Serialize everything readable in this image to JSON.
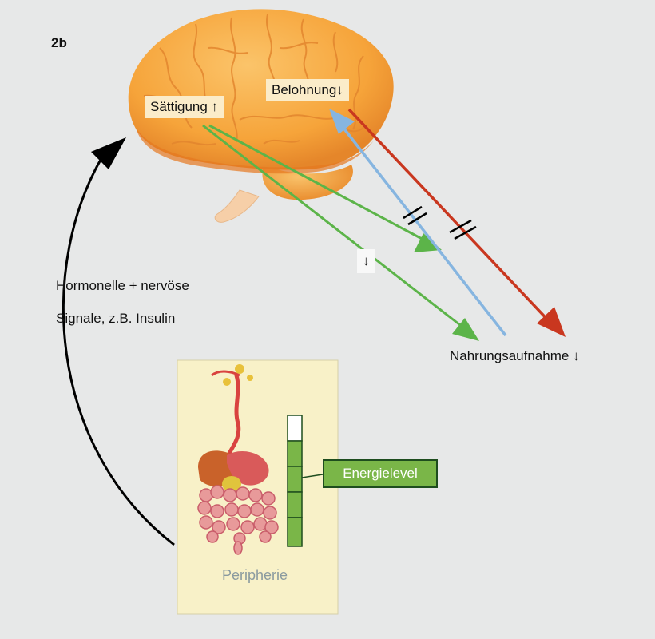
{
  "panel_label": "2b",
  "brain": {
    "saettigung": "Sättigung ↑",
    "belohnung": "Belohnung↓"
  },
  "mid_arrow_label": "↓",
  "nahrungsaufnahme": "Nahrungsaufnahme ↓",
  "signal_text": {
    "line1": "Hormonelle + nervöse",
    "line2": "Signale, z.B. Insulin"
  },
  "energy": {
    "label": "Energielevel",
    "segments_total": 5,
    "segments_filled": 4
  },
  "peripherie": "Peripherie",
  "colors": {
    "green": "#5cb449",
    "blue": "#86b5e0",
    "red": "#c9371f",
    "black": "#000000",
    "brain": "#f6a43a",
    "panel": "#f8f1c8"
  }
}
